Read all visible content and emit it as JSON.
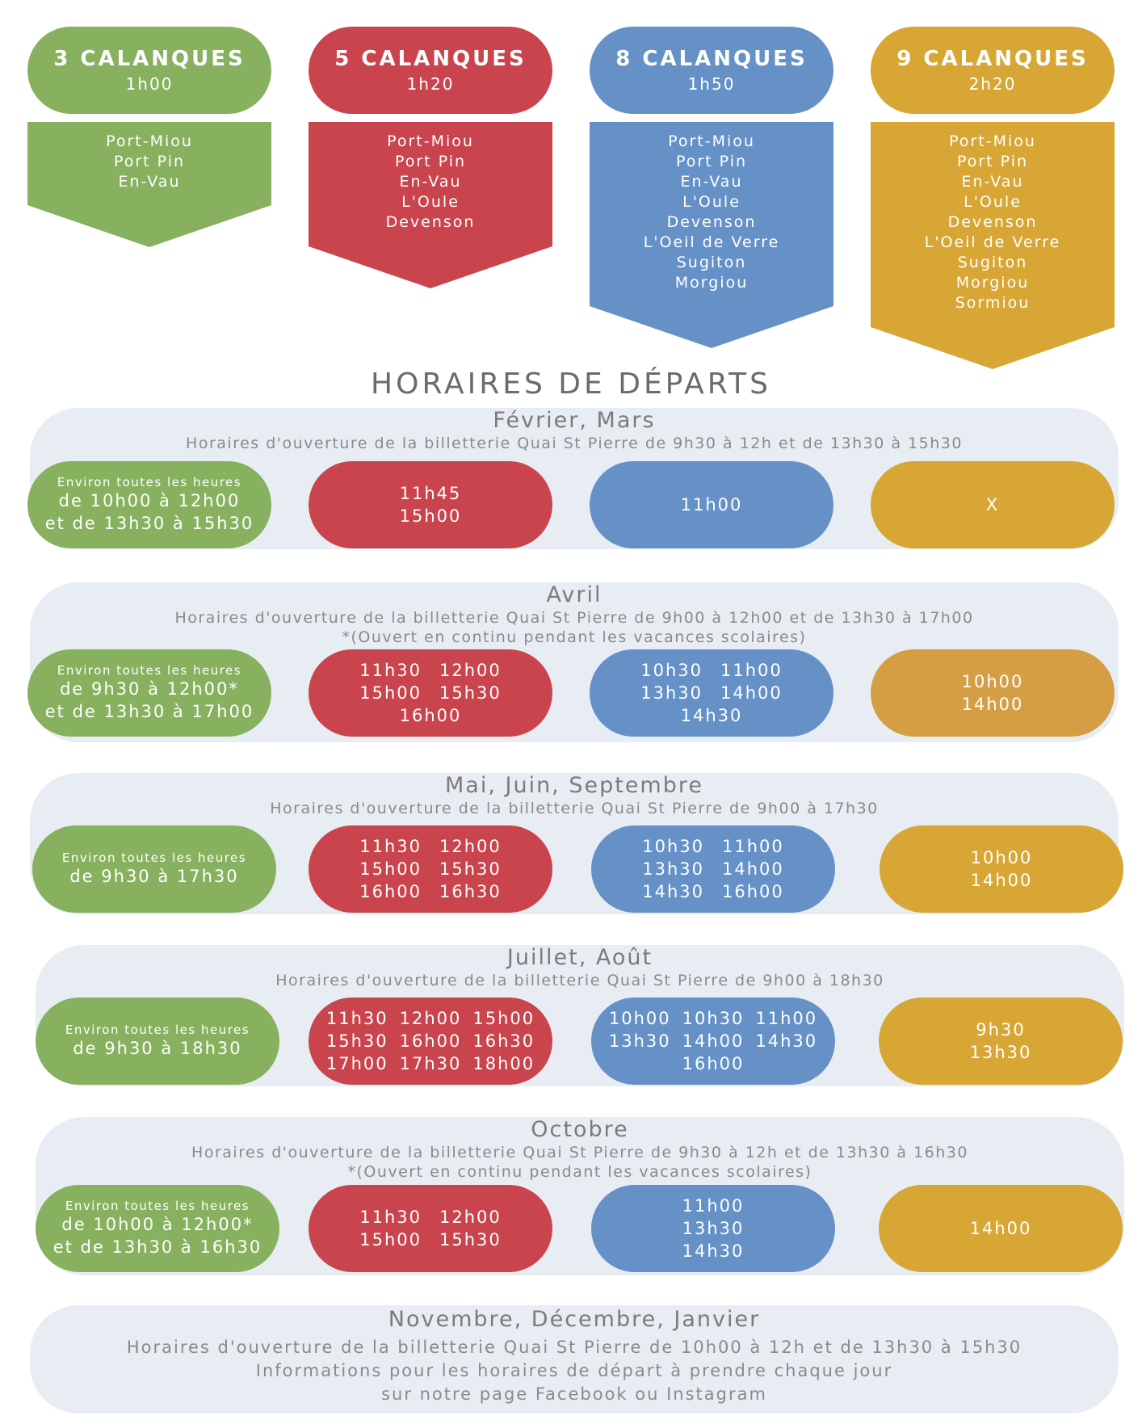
{
  "routes": [
    {
      "name": "3 CALANQUES",
      "duration": "1h00",
      "stops": [
        "Port-Miou",
        "Port Pin",
        "En-Vau"
      ],
      "color": "#87b15f"
    },
    {
      "name": "5 CALANQUES",
      "duration": "1h20",
      "stops": [
        "Port-Miou",
        "Port Pin",
        "En-Vau",
        "L'Oule",
        "Devenson"
      ],
      "color": "#c9444c"
    },
    {
      "name": "8 CALANQUES",
      "duration": "1h50",
      "stops": [
        "Port-Miou",
        "Port Pin",
        "En-Vau",
        "L'Oule",
        "Devenson",
        "L'Oeil de Verre",
        "Sugiton",
        "Morgiou"
      ],
      "color": "#6591c7"
    },
    {
      "name": "9 CALANQUES",
      "duration": "2h20",
      "stops": [
        "Port-Miou",
        "Port Pin",
        "En-Vau",
        "L'Oule",
        "Devenson",
        "L'Oeil de Verre",
        "Sugiton",
        "Morgiou",
        "Sormiou"
      ],
      "color": "#d8a634"
    }
  ],
  "main_title": "HORAIRES DE DÉPARTS",
  "periods": [
    {
      "title": "Février, Mars",
      "info": [
        "Horaires d'ouverture de la billetterie Quai St Pierre de 9h30 à 12h et de 13h30 à 15h30"
      ],
      "c3": {
        "note": "Environ toutes les heures",
        "lines": [
          "de 10h00 à 12h00",
          "et de 13h30 à 15h30"
        ]
      },
      "c5": [
        [
          "11h45"
        ],
        [
          "15h00"
        ]
      ],
      "c8": [
        [
          "11h00"
        ]
      ],
      "c9": [
        [
          "X"
        ]
      ]
    },
    {
      "title": "Avril",
      "info": [
        "Horaires d'ouverture de la billetterie Quai St Pierre de 9h00 à 12h00 et de 13h30 à 17h00",
        "*(Ouvert en continu pendant les vacances scolaires)"
      ],
      "c3": {
        "note": "Environ toutes les heures",
        "lines": [
          "de 9h30 à 12h00*",
          "et de 13h30 à 17h00"
        ]
      },
      "c5": [
        [
          "11h30",
          "12h00"
        ],
        [
          "15h00",
          "15h30"
        ],
        [
          "16h00"
        ]
      ],
      "c8": [
        [
          "10h30",
          "11h00"
        ],
        [
          "13h30",
          "14h00"
        ],
        [
          "14h30"
        ]
      ],
      "c9": [
        [
          "10h00"
        ],
        [
          "14h00"
        ]
      ]
    },
    {
      "title": "Mai, Juin, Septembre",
      "info": [
        "Horaires d'ouverture de la billetterie Quai St Pierre de 9h00 à 17h30"
      ],
      "c3": {
        "note": "Environ toutes les heures",
        "lines": [
          "de 9h30 à 17h30"
        ]
      },
      "c5": [
        [
          "11h30",
          "12h00"
        ],
        [
          "15h00",
          "15h30"
        ],
        [
          "16h00",
          "16h30"
        ]
      ],
      "c8": [
        [
          "10h30",
          "11h00"
        ],
        [
          "13h30",
          "14h00"
        ],
        [
          "14h30",
          "16h00"
        ]
      ],
      "c9": [
        [
          "10h00"
        ],
        [
          "14h00"
        ]
      ]
    },
    {
      "title": "Juillet, Août",
      "info": [
        "Horaires d'ouverture de la billetterie Quai St Pierre de 9h00 à 18h30"
      ],
      "c3": {
        "note": "Environ toutes les heures",
        "lines": [
          "de 9h30 à 18h30"
        ]
      },
      "c5": [
        [
          "11h30",
          "12h00",
          "15h00"
        ],
        [
          "15h30",
          "16h00",
          "16h30"
        ],
        [
          "17h00",
          "17h30",
          "18h00"
        ]
      ],
      "c8": [
        [
          "10h00",
          "10h30",
          "11h00"
        ],
        [
          "13h30",
          "14h00",
          "14h30"
        ],
        [
          "16h00"
        ]
      ],
      "c9": [
        [
          "9h30"
        ],
        [
          "13h30"
        ]
      ]
    },
    {
      "title": "Octobre",
      "info": [
        "Horaires d'ouverture de la billetterie Quai St Pierre de 9h30 à 12h et de 13h30 à 16h30",
        "*(Ouvert en continu pendant les vacances scolaires)"
      ],
      "c3": {
        "note": "Environ toutes les heures",
        "lines": [
          "de 10h00 à 12h00*",
          "et de 13h30 à 16h30"
        ]
      },
      "c5": [
        [
          "11h30",
          "12h00"
        ],
        [
          "15h00",
          "15h30"
        ]
      ],
      "c8": [
        [
          "11h00"
        ],
        [
          "13h30"
        ],
        [
          "14h30"
        ]
      ],
      "c9": [
        [
          "14h00"
        ]
      ]
    }
  ],
  "winter": {
    "title": "Novembre, Décembre, Janvier",
    "info": [
      "Horaires d'ouverture de la billetterie Quai St Pierre de 10h00 à 12h et de 13h30 à 15h30",
      "Informations pour les horaires de départ à prendre chaque jour",
      "sur notre page Facebook ou Instagram"
    ]
  }
}
